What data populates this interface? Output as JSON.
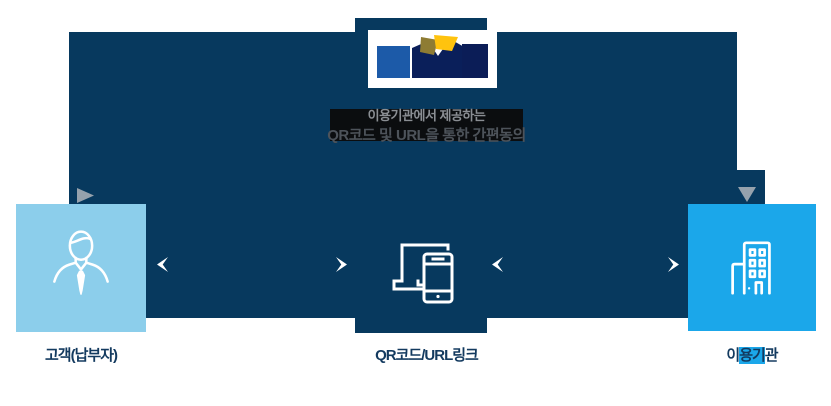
{
  "notice": {
    "line1": "이용기관에서 제공하는",
    "line2": "QR코드 및 URL을 통한 간편동의"
  },
  "nodes": {
    "customer": {
      "label": "고객(납부자)",
      "icon": "person-icon",
      "box_color": "#8cceeb"
    },
    "qr_url": {
      "label": "QR코드/URL링크",
      "icon": "devices-icon"
    },
    "institution": {
      "label_full": "이용기관",
      "label_pre": "이",
      "label_mid": "용기",
      "label_post": "관",
      "icon": "building-icon",
      "box_color": "#1ba7ea"
    }
  },
  "icons": {
    "logo": "brand-logo",
    "arrows": [
      "chevron-left-icon",
      "chevron-right-icon",
      "chevron-left-icon",
      "chevron-right-icon"
    ],
    "pointers": [
      "triangle-right-icon",
      "triangle-down-icon"
    ]
  },
  "colors": {
    "panel_navy": "#07395e",
    "box_light_blue": "#8cceeb",
    "box_bright_blue": "#1ba7ea",
    "label_navy": "#133a5f",
    "notice_band_black": "#0b0d0f",
    "notice_line1_gray": "#8a8e93",
    "notice_line2_gray": "#4d535a",
    "arrow_gray": "#96a2ad",
    "chevron_white": "#ffffff",
    "logo_yellow": "#ffc30e",
    "logo_blue": "#1c5aa8",
    "logo_navy": "#0a1f5a",
    "logo_olive": "#8e7c33"
  }
}
